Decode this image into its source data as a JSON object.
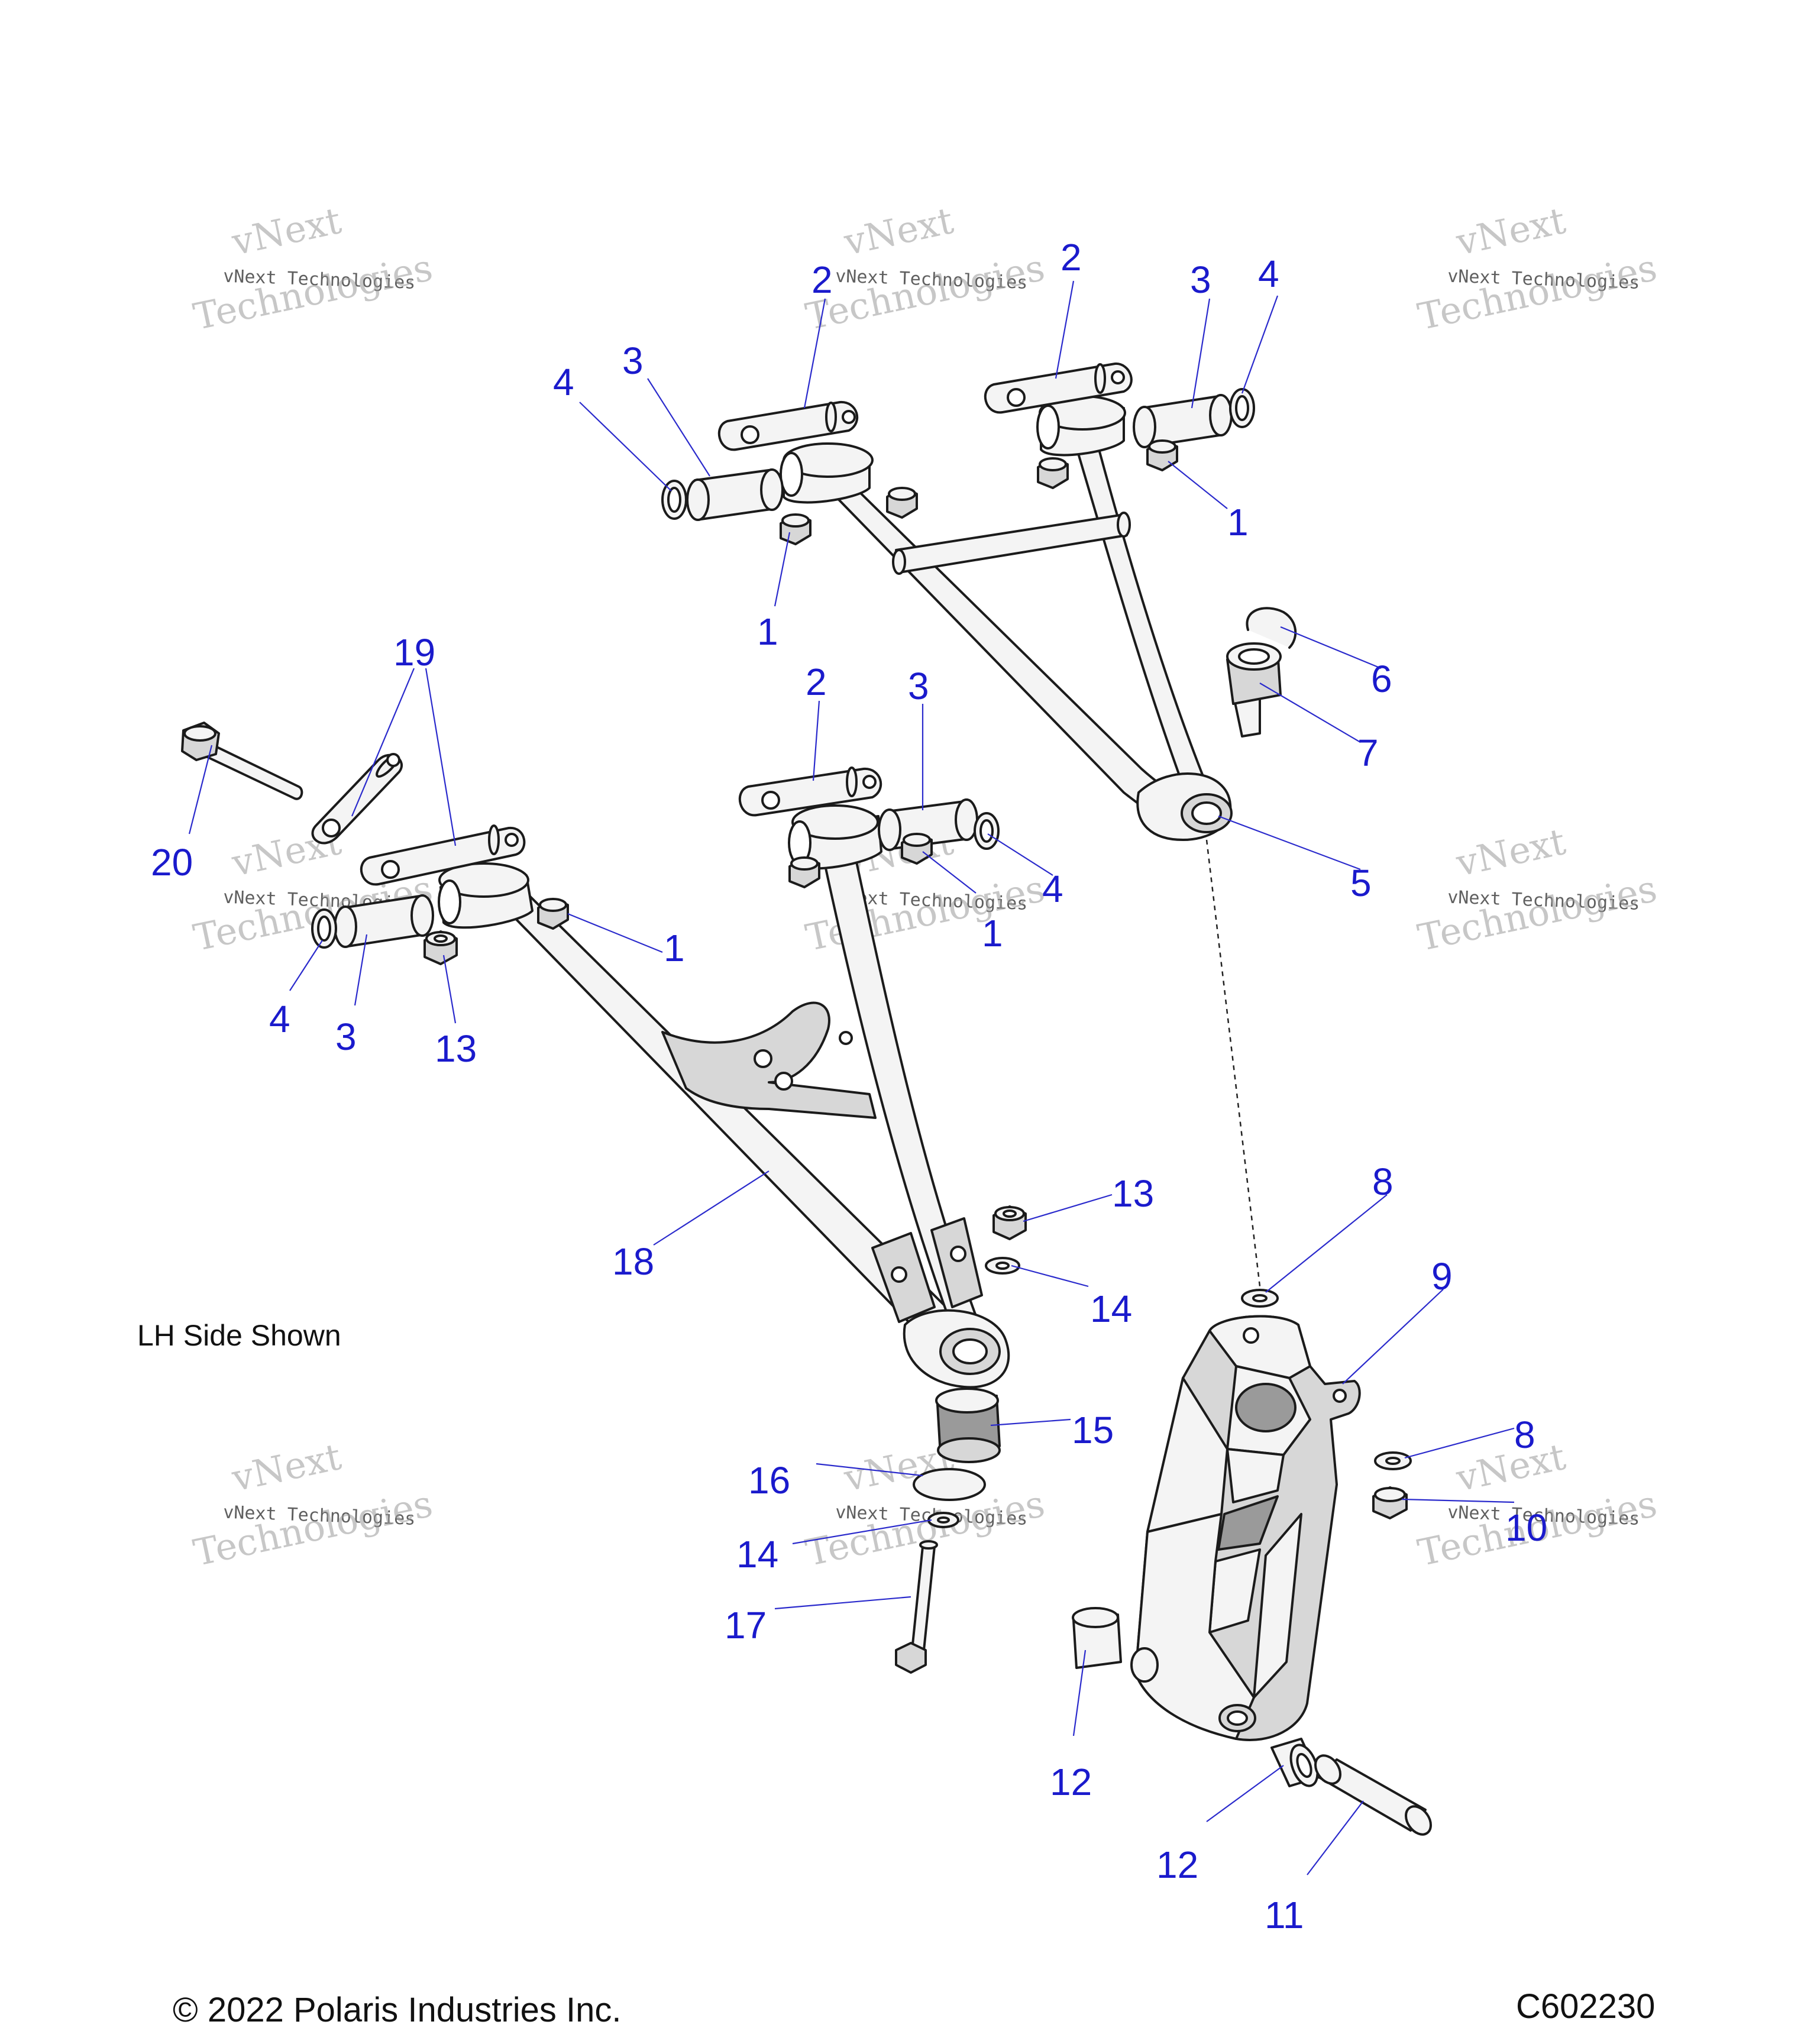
{
  "diagram": {
    "note": "LH Side Shown",
    "copyright": "© 2022 Polaris Industries Inc.",
    "figure_id": "C602230",
    "watermark": {
      "line1": "vNext",
      "line2": "vNext Technologies",
      "line3": "Technologies"
    }
  },
  "callouts": [
    {
      "id": "c1a",
      "text": "2"
    },
    {
      "id": "c1b",
      "text": "2"
    },
    {
      "id": "c1c",
      "text": "3"
    },
    {
      "id": "c1d",
      "text": "4"
    },
    {
      "id": "c1e",
      "text": "4"
    },
    {
      "id": "c1f",
      "text": "3"
    },
    {
      "id": "c1g",
      "text": "1"
    },
    {
      "id": "c1h",
      "text": "1"
    },
    {
      "id": "c1i",
      "text": "6"
    },
    {
      "id": "c1j",
      "text": "7"
    },
    {
      "id": "c1k",
      "text": "19"
    },
    {
      "id": "c1l",
      "text": "2"
    },
    {
      "id": "c1m",
      "text": "3"
    },
    {
      "id": "c1n",
      "text": "20"
    },
    {
      "id": "c1o",
      "text": "4"
    },
    {
      "id": "c1p",
      "text": "5"
    },
    {
      "id": "c1q",
      "text": "1"
    },
    {
      "id": "c1r",
      "text": "1"
    },
    {
      "id": "c1s",
      "text": "4"
    },
    {
      "id": "c1t",
      "text": "3"
    },
    {
      "id": "c1u",
      "text": "13"
    },
    {
      "id": "c1v",
      "text": "8"
    },
    {
      "id": "c1w",
      "text": "13"
    },
    {
      "id": "c1x",
      "text": "18"
    },
    {
      "id": "c1y",
      "text": "9"
    },
    {
      "id": "c1z",
      "text": "14"
    },
    {
      "id": "c2a",
      "text": "15"
    },
    {
      "id": "c2b",
      "text": "8"
    },
    {
      "id": "c2c",
      "text": "16"
    },
    {
      "id": "c2d",
      "text": "10"
    },
    {
      "id": "c2e",
      "text": "14"
    },
    {
      "id": "c2f",
      "text": "17"
    },
    {
      "id": "c2g",
      "text": "12"
    },
    {
      "id": "c2h",
      "text": "12"
    },
    {
      "id": "c2i",
      "text": "11"
    }
  ]
}
